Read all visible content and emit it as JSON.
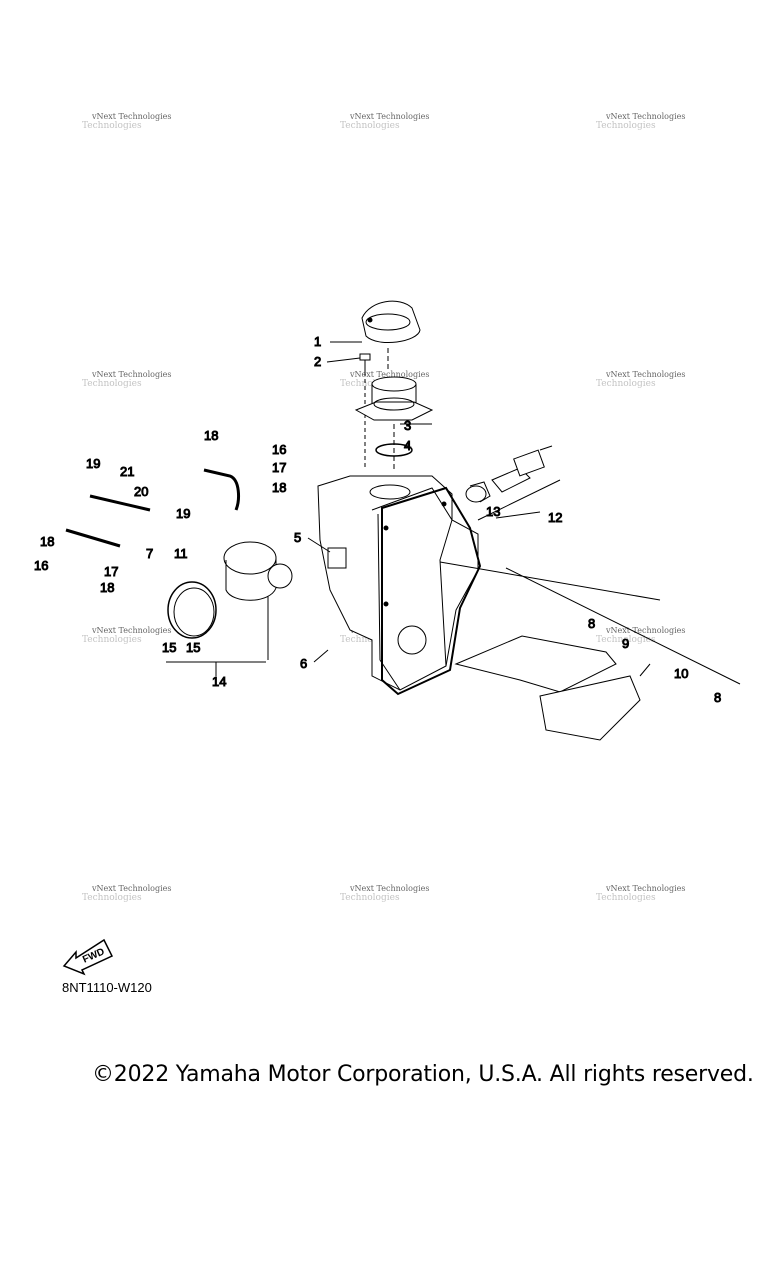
{
  "watermark": {
    "line1": "vNext Technologies",
    "line2": "Technologies"
  },
  "callouts": [
    "1",
    "2",
    "3",
    "4",
    "5",
    "6",
    "7",
    "8",
    "8",
    "9",
    "10",
    "11",
    "12",
    "13",
    "14",
    "15",
    "15",
    "16",
    "16",
    "17",
    "17",
    "18",
    "18",
    "18",
    "18",
    "19",
    "19",
    "20",
    "21"
  ],
  "fwd_label": "FWD",
  "diagram_code": "8NT1110-W120",
  "copyright": "©2022 Yamaha Motor Corporation, U.S.A. All rights reserved."
}
